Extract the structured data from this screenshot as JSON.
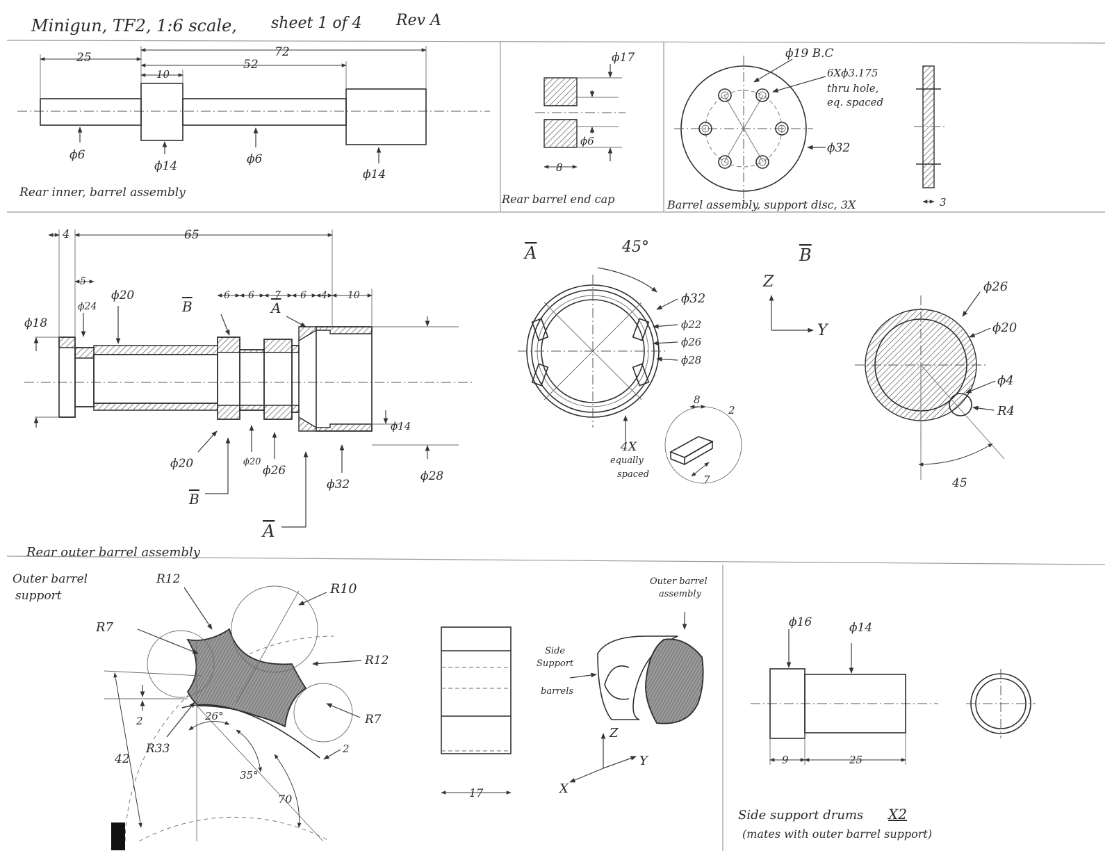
{
  "sheet": {
    "title": "Minigun, TF2, 1:6 scale,",
    "sheet": "sheet 1 of 4",
    "rev": "Rev A"
  },
  "views": {
    "rear_inner": {
      "caption": "Rear inner, barrel assembly",
      "dims": [
        "25",
        "72",
        "10",
        "52"
      ],
      "diams": [
        "ϕ6",
        "ϕ14",
        "ϕ6",
        "ϕ14"
      ]
    },
    "end_cap": {
      "caption": "Rear barrel end cap",
      "diams": [
        "ϕ17",
        "ϕ6"
      ],
      "dims": [
        "8"
      ]
    },
    "support_disc": {
      "caption": "Barrel assembly, support disc, 3X",
      "bc": "ϕ19 B.C",
      "holes": [
        "6Xϕ3.175",
        "thru hole,",
        "eq. spaced"
      ],
      "od": "ϕ32",
      "thk": "3"
    },
    "rear_outer": {
      "caption": "Rear outer barrel assembly",
      "dims": [
        "4",
        "65",
        "5",
        "6",
        "6",
        "7",
        "6",
        "4",
        "10"
      ],
      "diams": [
        "ϕ18",
        "ϕ24",
        "ϕ20",
        "ϕ20",
        "ϕ20",
        "ϕ26",
        "ϕ32",
        "ϕ14",
        "ϕ28"
      ],
      "sections": [
        "B",
        "A",
        "B",
        "A"
      ]
    },
    "section_a": {
      "label": "A",
      "angle": "45°",
      "diams": [
        "ϕ32",
        "ϕ22",
        "ϕ26",
        "ϕ28"
      ],
      "count": "4X",
      "note": [
        "equally",
        "spaced"
      ],
      "key_dims": [
        "8",
        "2",
        "7"
      ]
    },
    "section_b": {
      "label": "B",
      "axes": [
        "Z",
        "Y"
      ],
      "diams": [
        "ϕ26",
        "ϕ20",
        "ϕ4"
      ],
      "radius": "R4",
      "angle": "45"
    },
    "outer_support": {
      "caption": [
        "Outer barrel",
        "support"
      ],
      "radii": [
        "R12",
        "R10",
        "R7",
        "R12",
        "R7",
        "R33"
      ],
      "dims": [
        "2",
        "42",
        "26°",
        "35°",
        "70",
        "2"
      ],
      "width": "17"
    },
    "iso": {
      "label_top": [
        "Outer barrel",
        "assembly"
      ],
      "label_side": [
        "Side",
        "Support",
        "barrels"
      ],
      "axes": [
        "Z",
        "X",
        "Y"
      ]
    },
    "drums": {
      "caption": "Side support drums",
      "qty": "X2",
      "note": "(mates with outer barrel support)",
      "diams": [
        "ϕ16",
        "ϕ14"
      ],
      "dims": [
        "9",
        "25"
      ]
    }
  }
}
